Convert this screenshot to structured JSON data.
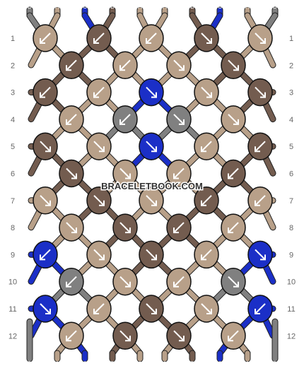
{
  "watermark": "BRACELETBOOK.COM",
  "colors": {
    "A": "#b8a089",
    "B": "#735c4f",
    "C": "#1b2fc7",
    "D": "#808080"
  },
  "top_string_labels": [
    "D",
    "A",
    "C",
    "B",
    "A",
    "A",
    "B",
    "C",
    "A",
    "D"
  ],
  "bottom_string_labels": [
    "D",
    "A",
    "C",
    "B",
    "A",
    "A",
    "B",
    "C",
    "A",
    "D"
  ],
  "row_numbers": [
    "1",
    "2",
    "3",
    "4",
    "5",
    "6",
    "7",
    "8",
    "9",
    "10",
    "11",
    "12"
  ],
  "knot_rows": [
    [
      {
        "c": "A",
        "d": "sw"
      },
      {
        "c": "B",
        "d": "sw"
      },
      {
        "c": "A",
        "d": "sw"
      },
      {
        "c": "B",
        "d": "se"
      },
      {
        "c": "A",
        "d": "se"
      }
    ],
    [
      {
        "c": "B",
        "d": "sw"
      },
      {
        "c": "A",
        "d": "sw"
      },
      {
        "c": "A",
        "d": "se"
      },
      {
        "c": "B",
        "d": "se"
      }
    ],
    [
      {
        "c": "B",
        "d": "sw"
      },
      {
        "c": "A",
        "d": "sw"
      },
      {
        "c": "C",
        "d": "se"
      },
      {
        "c": "A",
        "d": "se"
      },
      {
        "c": "B",
        "d": "se"
      }
    ],
    [
      {
        "c": "A",
        "d": "sw"
      },
      {
        "c": "D",
        "d": "sw"
      },
      {
        "c": "D",
        "d": "se"
      },
      {
        "c": "A",
        "d": "se"
      }
    ],
    [
      {
        "c": "B",
        "d": "se"
      },
      {
        "c": "A",
        "d": "se"
      },
      {
        "c": "C",
        "d": "se"
      },
      {
        "c": "A",
        "d": "sw"
      },
      {
        "c": "B",
        "d": "sw"
      }
    ],
    [
      {
        "c": "B",
        "d": "se"
      },
      {
        "c": "A",
        "d": "se"
      },
      {
        "c": "A",
        "d": "sw"
      },
      {
        "c": "B",
        "d": "sw"
      }
    ],
    [
      {
        "c": "A",
        "d": "se"
      },
      {
        "c": "B",
        "d": "se"
      },
      {
        "c": "A",
        "d": "se"
      },
      {
        "c": "B",
        "d": "sw"
      },
      {
        "c": "A",
        "d": "sw"
      }
    ],
    [
      {
        "c": "A",
        "d": "se"
      },
      {
        "c": "B",
        "d": "se"
      },
      {
        "c": "B",
        "d": "sw"
      },
      {
        "c": "A",
        "d": "sw"
      }
    ],
    [
      {
        "c": "C",
        "d": "sw"
      },
      {
        "c": "A",
        "d": "se"
      },
      {
        "c": "B",
        "d": "se"
      },
      {
        "c": "A",
        "d": "sw"
      },
      {
        "c": "C",
        "d": "se"
      }
    ],
    [
      {
        "c": "D",
        "d": "sw"
      },
      {
        "c": "A",
        "d": "se"
      },
      {
        "c": "A",
        "d": "sw"
      },
      {
        "c": "D",
        "d": "se"
      }
    ],
    [
      {
        "c": "C",
        "d": "se"
      },
      {
        "c": "A",
        "d": "sw"
      },
      {
        "c": "B",
        "d": "se"
      },
      {
        "c": "A",
        "d": "se"
      },
      {
        "c": "C",
        "d": "sw"
      }
    ],
    [
      {
        "c": "A",
        "d": "sw"
      },
      {
        "c": "B",
        "d": "se"
      },
      {
        "c": "B",
        "d": "se"
      },
      {
        "c": "A",
        "d": "sw"
      }
    ]
  ]
}
